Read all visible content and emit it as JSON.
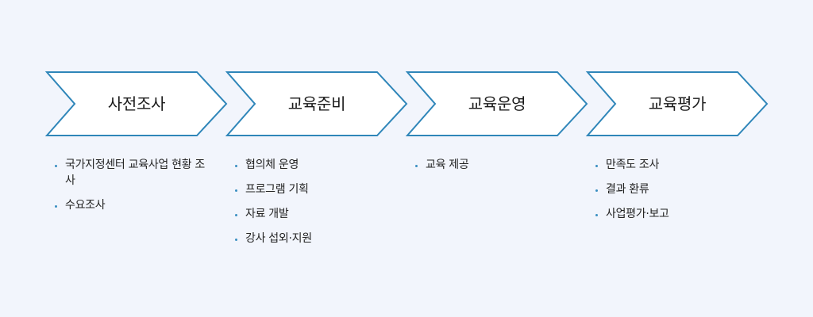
{
  "colors": {
    "background": "#f2f5fc",
    "arrow_fill": "#ffffff",
    "arrow_stroke": "#2f86b9",
    "bullet": "#3a8fc2"
  },
  "stages": [
    {
      "title": "사전조사",
      "tasks": [
        "국가지정센터 교육사업 현황 조사",
        "수요조사"
      ]
    },
    {
      "title": "교육준비",
      "tasks": [
        "협의체 운영",
        "프로그램 기획",
        "자료 개발",
        "강사 섭외·지원"
      ]
    },
    {
      "title": "교육운영",
      "tasks": [
        "교육 제공"
      ]
    },
    {
      "title": "교육평가",
      "tasks": [
        "만족도 조사",
        "결과 환류",
        "사업평가·보고"
      ]
    }
  ]
}
